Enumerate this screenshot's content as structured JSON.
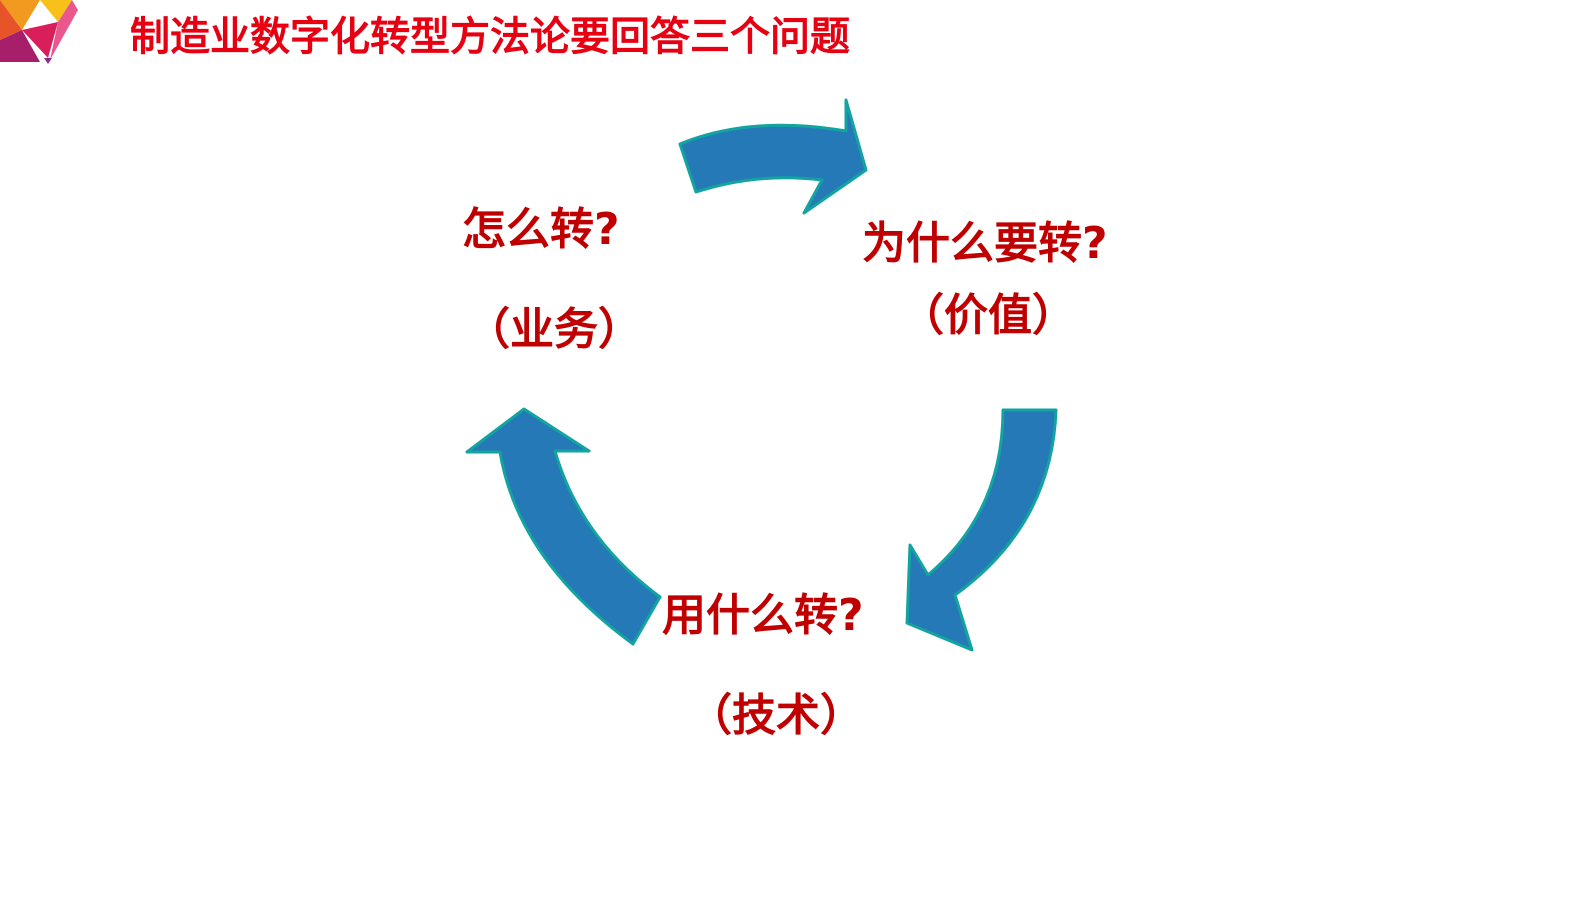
{
  "title": "制造业数字化转型方法论要回答三个问题",
  "colors": {
    "title": "#e60012",
    "label": "#c00000",
    "arrow_fill": "#2479b6",
    "arrow_stroke": "#13a3a0"
  },
  "nodes": {
    "why": {
      "question": "为什么要转?",
      "aspect": "（价值）"
    },
    "what": {
      "question": "用什么转?",
      "aspect": "（技术）"
    },
    "how": {
      "question": "怎么转?",
      "aspect": "（业务）"
    }
  }
}
